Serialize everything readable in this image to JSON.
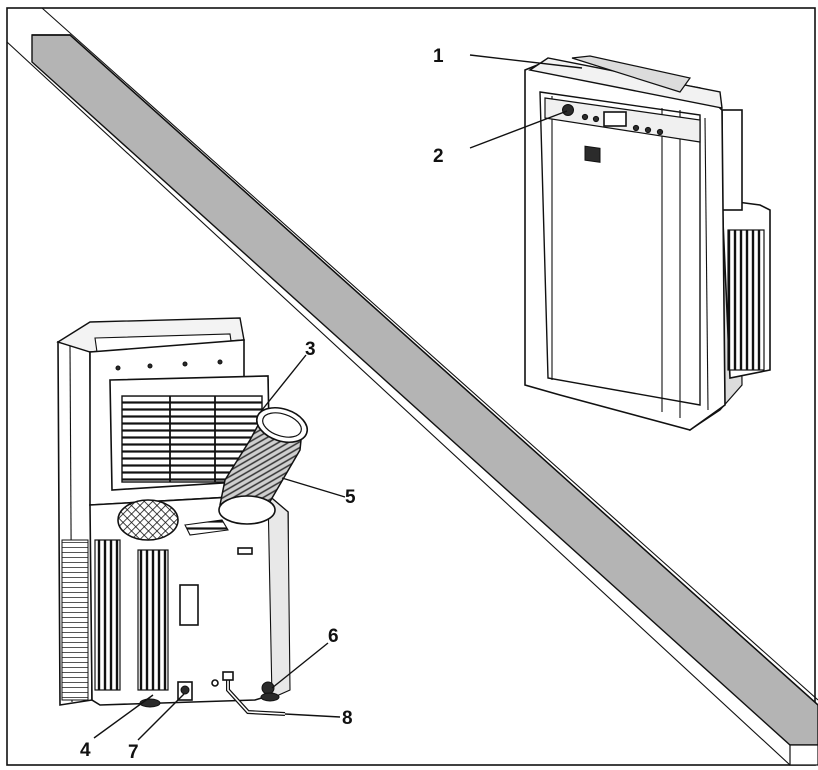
{
  "callouts": [
    {
      "id": "1",
      "label": "1"
    },
    {
      "id": "2",
      "label": "2"
    },
    {
      "id": "3",
      "label": "3"
    },
    {
      "id": "4",
      "label": "4"
    },
    {
      "id": "5",
      "label": "5"
    },
    {
      "id": "6",
      "label": "6"
    },
    {
      "id": "7",
      "label": "7"
    },
    {
      "id": "8",
      "label": "8"
    }
  ],
  "colors": {
    "stroke": "#111111",
    "wall": "#b4b4b4",
    "background": "#ffffff"
  }
}
